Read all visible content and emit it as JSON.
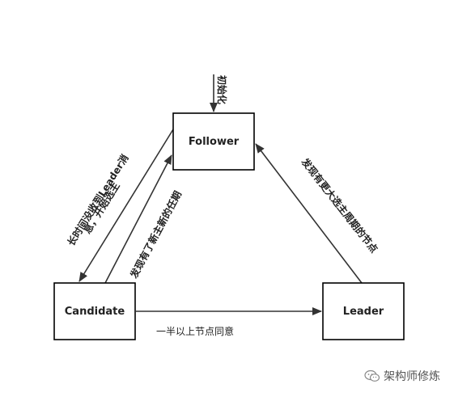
{
  "nodes": {
    "follower": "Follower",
    "candidate": "Candidate",
    "leader": "Leader"
  },
  "edges": {
    "init": "初始化",
    "timeout_line1": "长时间没收到Leader消",
    "timeout_line2": "息，开始选主",
    "found_new_term": "发现有了新主新的任期",
    "majority_agree": "一半以上节点同意",
    "found_higher_term": "发现有更大选主周期的节点"
  },
  "watermark": {
    "text": "架构师修炼",
    "icon": "wechat-icon"
  }
}
